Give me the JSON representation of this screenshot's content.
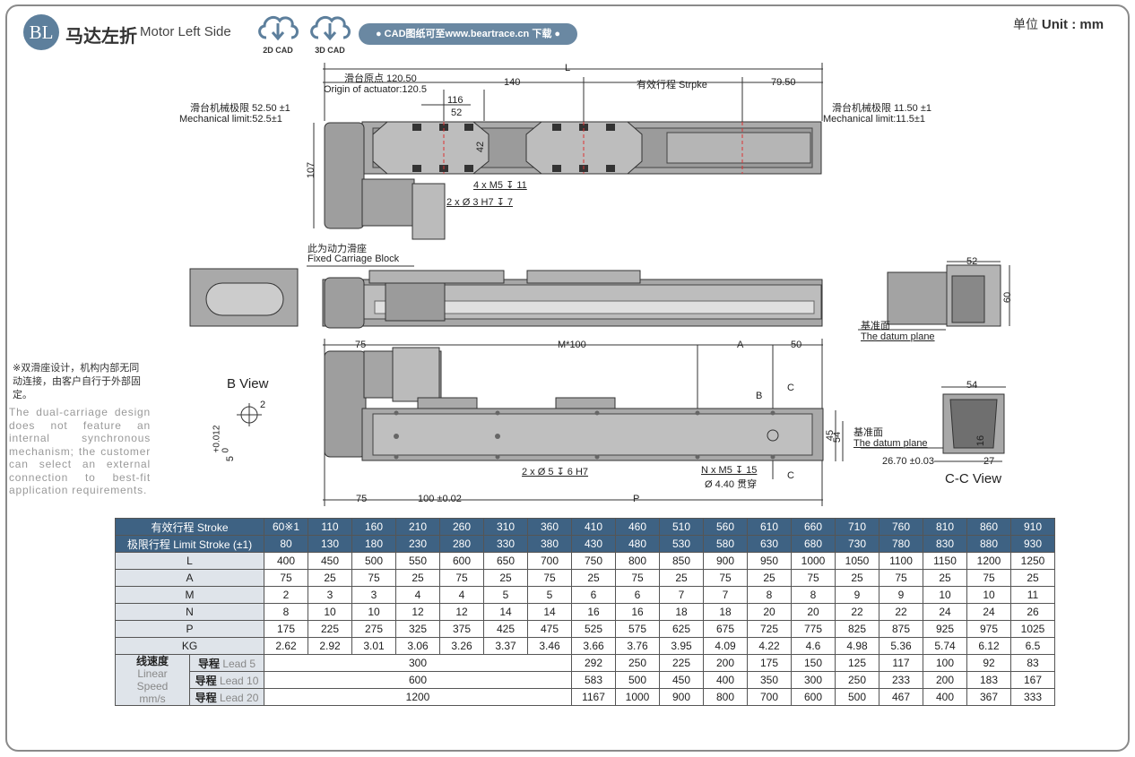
{
  "header": {
    "badge": "BL",
    "title_zh": "马达左折",
    "title_en": "Motor Left Side",
    "cad2d": "2D CAD",
    "cad3d": "3D CAD",
    "cad_link": "● CAD图纸可至www.beartrace.cn 下载 ●",
    "unit_zh": "单位",
    "unit_en": "Unit : mm"
  },
  "note": {
    "zh": "※双滑座设计，机构内部无同动连接，由客户自行于外部固定。",
    "en": "The dual-carriage design does not feature an internal synchronous mechanism; the customer can select an external connection to best-fit application requirements."
  },
  "labels": {
    "L": "L",
    "origin_zh": "滑台原点 120.50",
    "origin_en": "Origin of actuator:120.5",
    "d140": "140",
    "stroke_mid": "有效行程 Strpke",
    "d7950": "79.50",
    "d116": "116",
    "d52": "52",
    "d42": "42",
    "d107": "107",
    "mech_left_zh": "滑台机械极限 52.50 ±1",
    "mech_left_en": "Mechanical limit:52.5±1",
    "mech_right_zh": "滑台机械极限 11.50 ±1",
    "mech_right_en": "Mechanical limit:11.5±1",
    "m5": "4 x M5 ↧ 11",
    "h7a": "2 x Ø 3 H7 ↧ 7",
    "fixed_zh": "此为动力滑座",
    "fixed_en": "Fixed Carriage Block",
    "side_52": "52",
    "side_60": "60",
    "datum_zh": "基准面",
    "datum_en": "The datum plane",
    "bot_75a": "75",
    "bot_m100": "M*100",
    "bot_A": "A",
    "bot_50": "50",
    "bot_C1": "C",
    "bot_B": "B",
    "bot_45": "45",
    "bot_54": "54",
    "bot_75b": "75",
    "bot_100": "100 ±0.02",
    "bot_P": "P",
    "h7b": "2 x Ø 5 ↧ 6 H7",
    "nm5": "N x M5 ↧ 15",
    "thru": "Ø 4.40 贯穿",
    "bot_C2": "C",
    "bview": "B View",
    "bv_2": "2",
    "bv_tol": "+0.012\n0",
    "bv_5": "5",
    "cc_54": "54",
    "cc_16": "16",
    "cc_2670": "26.70 ±0.03",
    "cc_27": "27",
    "ccview": "C-C View"
  },
  "table": {
    "stroke_label": "有效行程 Stroke",
    "limit_label": "极限行程 Limit Stroke (±1)",
    "strokes": [
      "60※1",
      "110",
      "160",
      "210",
      "260",
      "310",
      "360",
      "410",
      "460",
      "510",
      "560",
      "610",
      "660",
      "710",
      "760",
      "810",
      "860",
      "910"
    ],
    "limits": [
      "80",
      "130",
      "180",
      "230",
      "280",
      "330",
      "380",
      "430",
      "480",
      "530",
      "580",
      "630",
      "680",
      "730",
      "780",
      "830",
      "880",
      "930"
    ],
    "rows": [
      {
        "label": "L",
        "values": [
          "400",
          "450",
          "500",
          "550",
          "600",
          "650",
          "700",
          "750",
          "800",
          "850",
          "900",
          "950",
          "1000",
          "1050",
          "1100",
          "1150",
          "1200",
          "1250"
        ]
      },
      {
        "label": "A",
        "values": [
          "75",
          "25",
          "75",
          "25",
          "75",
          "25",
          "75",
          "25",
          "75",
          "25",
          "75",
          "25",
          "75",
          "25",
          "75",
          "25",
          "75",
          "25"
        ]
      },
      {
        "label": "M",
        "values": [
          "2",
          "3",
          "3",
          "4",
          "4",
          "5",
          "5",
          "6",
          "6",
          "7",
          "7",
          "8",
          "8",
          "9",
          "9",
          "10",
          "10",
          "11"
        ]
      },
      {
        "label": "N",
        "values": [
          "8",
          "10",
          "10",
          "12",
          "12",
          "14",
          "14",
          "16",
          "16",
          "18",
          "18",
          "20",
          "20",
          "22",
          "22",
          "24",
          "24",
          "26"
        ]
      },
      {
        "label": "P",
        "values": [
          "175",
          "225",
          "275",
          "325",
          "375",
          "425",
          "475",
          "525",
          "575",
          "625",
          "675",
          "725",
          "775",
          "825",
          "875",
          "925",
          "975",
          "1025"
        ]
      },
      {
        "label": "KG",
        "values": [
          "2.62",
          "2.92",
          "3.01",
          "3.06",
          "3.26",
          "3.37",
          "3.46",
          "3.66",
          "3.76",
          "3.95",
          "4.09",
          "4.22",
          "4.6",
          "4.98",
          "5.36",
          "5.74",
          "6.12",
          "6.5"
        ]
      }
    ],
    "speed_zh": "线速度",
    "speed_en": "Linear Speed mm/s",
    "leads": [
      {
        "zh": "导程",
        "en": "Lead 5",
        "merged": "300",
        "values": [
          "292",
          "250",
          "225",
          "200",
          "175",
          "150",
          "125",
          "117",
          "100",
          "92",
          "83"
        ]
      },
      {
        "zh": "导程",
        "en": "Lead 10",
        "merged": "600",
        "values": [
          "583",
          "500",
          "450",
          "400",
          "350",
          "300",
          "250",
          "233",
          "200",
          "183",
          "167"
        ]
      },
      {
        "zh": "导程",
        "en": "Lead 20",
        "merged": "1200",
        "values": [
          "1167",
          "1000",
          "900",
          "800",
          "700",
          "600",
          "500",
          "467",
          "400",
          "367",
          "333"
        ]
      }
    ]
  }
}
